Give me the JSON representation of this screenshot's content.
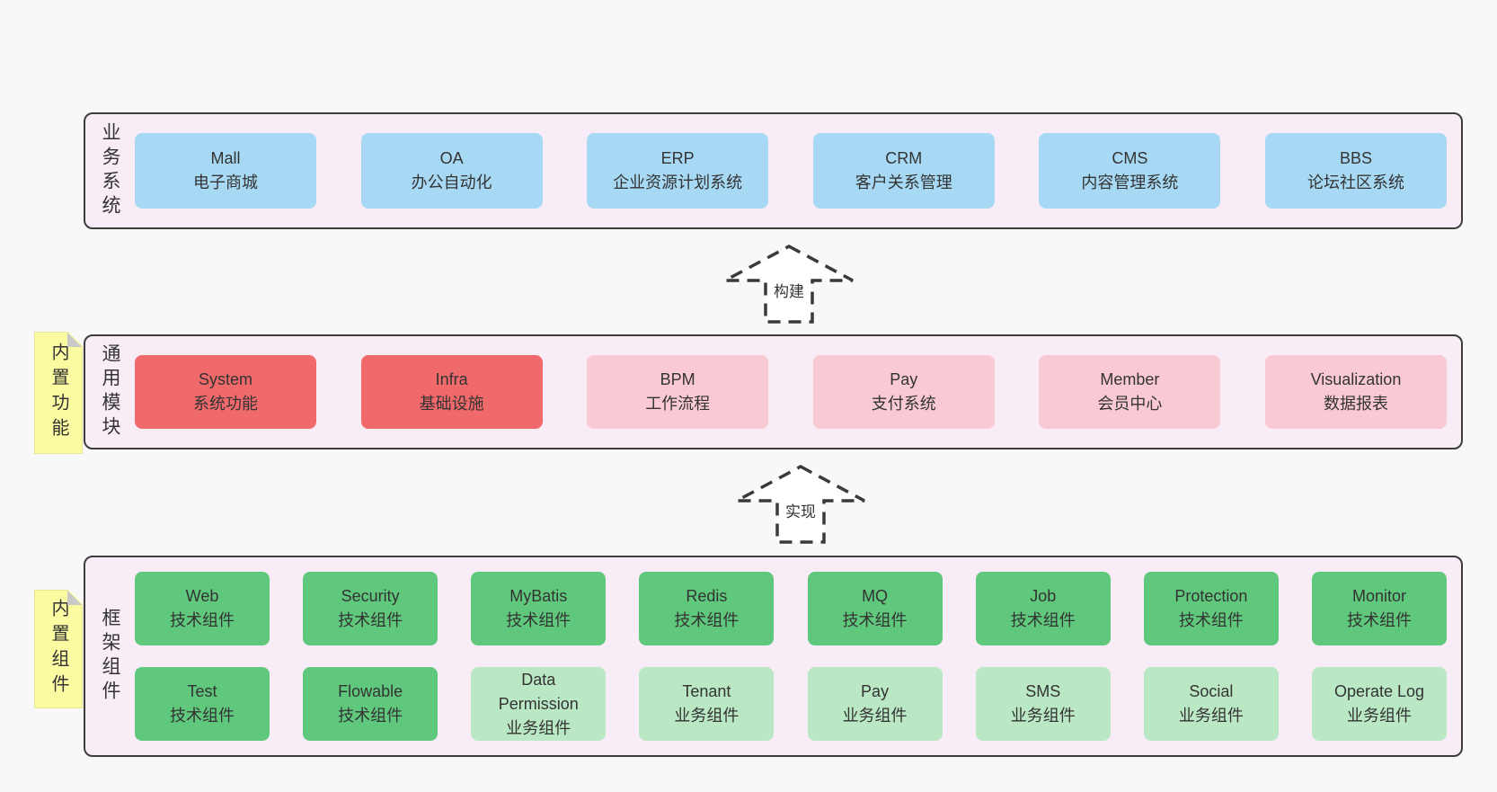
{
  "colors": {
    "page_bg": "#f8f8f8",
    "panel_bg": "#f8edf7",
    "panel_border": "#3d3d3d",
    "blue": "#a7d9f4",
    "red": "#f0696b",
    "pink": "#facad4",
    "green": "#5fc87c",
    "light_green": "#bae7c4",
    "yellow": "#fbfba2",
    "fold_gray": "#c9c9c9",
    "text": "#333333",
    "arrow": "#3a3a3a"
  },
  "arrows": [
    {
      "label": "构建"
    },
    {
      "label": "实现"
    }
  ],
  "sections": [
    {
      "label": "业务系统",
      "boxes": [
        {
          "title": "Mall",
          "subtitle": "电子商城"
        },
        {
          "title": "OA",
          "subtitle": "办公自动化"
        },
        {
          "title": "ERP",
          "subtitle": "企业资源计划系统"
        },
        {
          "title": "CRM",
          "subtitle": "客户关系管理"
        },
        {
          "title": "CMS",
          "subtitle": "内容管理系统"
        },
        {
          "title": "BBS",
          "subtitle": "论坛社区系统"
        }
      ]
    },
    {
      "label": "通用模块",
      "note": "内置功能",
      "boxes": [
        {
          "title": "System",
          "subtitle": "系统功能"
        },
        {
          "title": "Infra",
          "subtitle": "基础设施"
        },
        {
          "title": "BPM",
          "subtitle": "工作流程"
        },
        {
          "title": "Pay",
          "subtitle": "支付系统"
        },
        {
          "title": "Member",
          "subtitle": "会员中心"
        },
        {
          "title": "Visualization",
          "subtitle": "数据报表"
        }
      ]
    },
    {
      "label": "框架组件",
      "note": "内置组件",
      "rows": [
        [
          {
            "title": "Web",
            "subtitle": "技术组件"
          },
          {
            "title": "Security",
            "subtitle": "技术组件"
          },
          {
            "title": "MyBatis",
            "subtitle": "技术组件"
          },
          {
            "title": "Redis",
            "subtitle": "技术组件"
          },
          {
            "title": "MQ",
            "subtitle": "技术组件"
          },
          {
            "title": "Job",
            "subtitle": "技术组件"
          },
          {
            "title": "Protection",
            "subtitle": "技术组件"
          },
          {
            "title": "Monitor",
            "subtitle": "技术组件"
          }
        ],
        [
          {
            "title": "Test",
            "subtitle": "技术组件"
          },
          {
            "title": "Flowable",
            "subtitle": "技术组件"
          },
          {
            "title": "Data Permission",
            "subtitle": "业务组件"
          },
          {
            "title": "Tenant",
            "subtitle": "业务组件"
          },
          {
            "title": "Pay",
            "subtitle": "业务组件"
          },
          {
            "title": "SMS",
            "subtitle": "业务组件"
          },
          {
            "title": "Social",
            "subtitle": "业务组件"
          },
          {
            "title": "Operate Log",
            "subtitle": "业务组件"
          }
        ]
      ]
    }
  ]
}
